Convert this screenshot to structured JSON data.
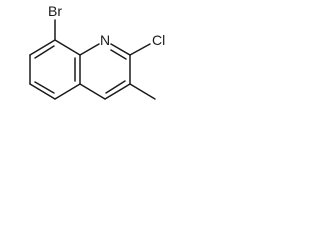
{
  "molecule": {
    "atoms": {
      "bromine": "Br",
      "nitrogen": "N",
      "chlorine": "Cl"
    }
  }
}
